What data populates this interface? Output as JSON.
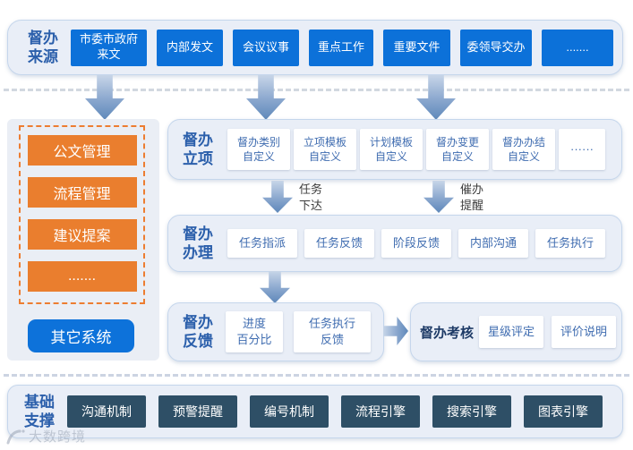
{
  "source_band": {
    "title_l1": "督办",
    "title_l2": "来源",
    "items": [
      {
        "l1": "市委市政府",
        "l2": "来文"
      },
      {
        "l1": "内部发文"
      },
      {
        "l1": "会议议事"
      },
      {
        "l1": "重点工作"
      },
      {
        "l1": "重要文件"
      },
      {
        "l1": "委领导交办"
      },
      {
        "l1": "......."
      }
    ]
  },
  "left_panel": {
    "orange_items": [
      "公文管理",
      "流程管理",
      "建议提案",
      "......."
    ],
    "other_system": "其它系统"
  },
  "lixiang_band": {
    "title_l1": "督办",
    "title_l2": "立项",
    "items": [
      {
        "l1": "督办类别",
        "l2": "自定义"
      },
      {
        "l1": "立项模板",
        "l2": "自定义"
      },
      {
        "l1": "计划模板",
        "l2": "自定义"
      },
      {
        "l1": "督办变更",
        "l2": "自定义"
      },
      {
        "l1": "督办办结",
        "l2": "自定义"
      },
      {
        "l1": "······"
      }
    ]
  },
  "arrow_labels": {
    "task_l1": "任务",
    "task_l2": "下达",
    "remind_l1": "催办",
    "remind_l2": "提醒"
  },
  "banli_band": {
    "title_l1": "督办",
    "title_l2": "办理",
    "items": [
      "任务指派",
      "任务反馈",
      "阶段反馈",
      "内部沟通",
      "任务执行"
    ]
  },
  "fankui_band": {
    "title_l1": "督办",
    "title_l2": "反馈",
    "items": [
      {
        "l1": "进度",
        "l2": "百分比"
      },
      {
        "l1": "任务执行",
        "l2": "反馈"
      }
    ]
  },
  "kaohe_band": {
    "title": "督办考核",
    "items": [
      "星级评定",
      "评价说明"
    ]
  },
  "support_band": {
    "title_l1": "基础",
    "title_l2": "支撑",
    "items": [
      "沟通机制",
      "预警提醒",
      "编号机制",
      "流程引擎",
      "搜索引擎",
      "图表引擎"
    ]
  },
  "watermark": {
    "text": "大数跨境"
  },
  "colors": {
    "primary_blue": "#0c71d9",
    "orange": "#ea7e2e",
    "orange_dash_border": "#ed7d31",
    "navy_box": "#2e4f66",
    "band_bg": "#e9eef7",
    "band_border": "#c5d6ec",
    "title_blue": "#2b5fab",
    "kaohe_title_navy": "#1d3a66",
    "white_box_text": "#3f6cb0",
    "arrow_steel_blue": "#5e88ba"
  }
}
